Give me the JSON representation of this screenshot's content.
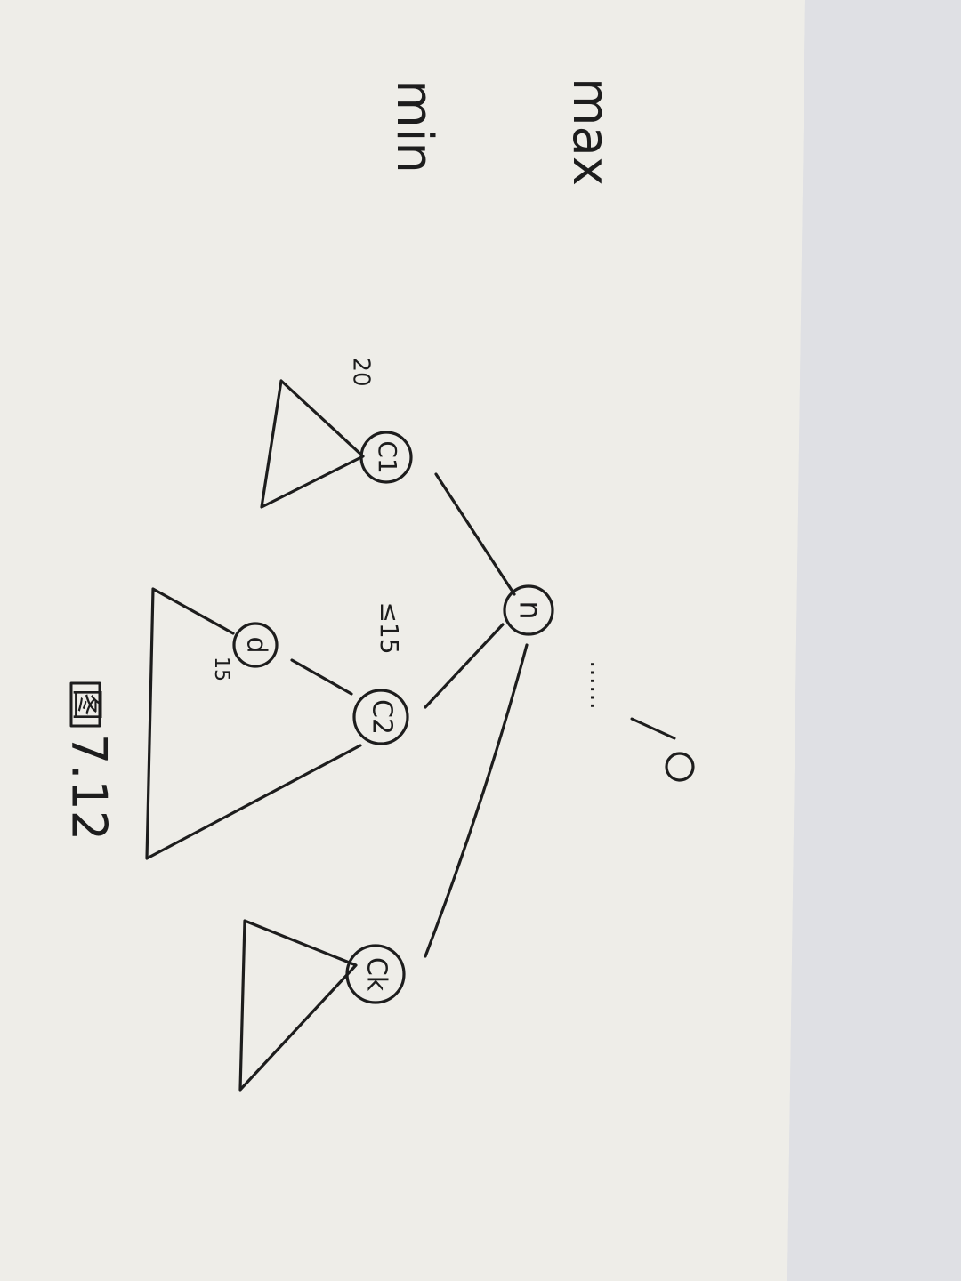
{
  "labels": {
    "max": "max",
    "min": "min",
    "c1": "C1",
    "n": "n",
    "c2": "C2",
    "d": "d",
    "ck": "Ck",
    "c1_value": "20",
    "c2_bound": "≤15",
    "d_value": "15",
    "dots": "……",
    "figure_char": "图",
    "figure_number": "7.12"
  },
  "colors": {
    "paper": "#eeede8",
    "background": "#dfe0e4",
    "ink": "#1d1d1d"
  }
}
